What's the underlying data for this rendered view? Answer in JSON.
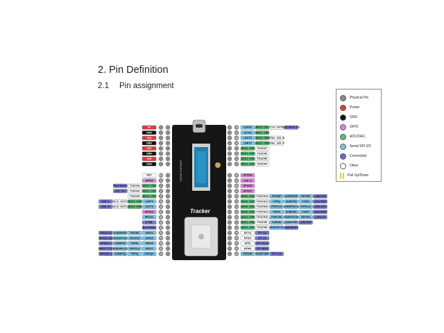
{
  "heading": {
    "section": "2. Pin Definition",
    "sub_num": "2.1",
    "sub_title": "Pin assignment"
  },
  "board": {
    "logo": "Tracker",
    "side_text": "T-BEAM SUPREME"
  },
  "legend": {
    "items": [
      {
        "label": "Physical Pin",
        "color": "#8c8c8c"
      },
      {
        "label": "Power",
        "color": "#e23b3b"
      },
      {
        "label": "GND",
        "color": "#111111"
      },
      {
        "label": "GPIO",
        "color": "#d98ad9"
      },
      {
        "label": "ADC/DAC",
        "color": "#5cc07a"
      },
      {
        "label": "Serial SPI I2C",
        "color": "#7cc6ea"
      },
      {
        "label": "Connected",
        "color": "#6a6ad0"
      },
      {
        "label": "Other",
        "color": "#ffffff"
      },
      {
        "label": "Pull Up/Down",
        "color": "#e8c93c"
      }
    ]
  },
  "colors": {
    "power": "#e23b3b",
    "gnd": "#151515",
    "gpio": "#d98ad9",
    "adc": "#5cc07a",
    "serial": "#7cc6ea",
    "connected": "#7a7ad8",
    "other": "#ffffff",
    "pin": "#8c8c8c",
    "board": "#161616",
    "pcb_edge": "#2a2a2a"
  },
  "left_top_pins": [
    {
      "label": "5V",
      "kind": "power"
    },
    {
      "label": "GND",
      "kind": "gnd"
    },
    {
      "label": "3V3",
      "kind": "power"
    },
    {
      "label": "GND",
      "kind": "gnd"
    },
    {
      "label": "3V3",
      "kind": "power"
    },
    {
      "label": "GND",
      "kind": "gnd"
    },
    {
      "label": "3V3",
      "kind": "power"
    },
    {
      "label": "GND",
      "kind": "gnd"
    }
  ],
  "left_bottom_rows": [
    {
      "pin": "RST",
      "cells": [
        {
          "t": "RST",
          "k": "other"
        }
      ]
    },
    {
      "pin": "0",
      "cells": [
        {
          "t": "GPIO0",
          "k": "gpio"
        }
      ]
    },
    {
      "pin": "1",
      "cells": [
        {
          "t": "Boot Mode",
          "k": "connected"
        },
        {
          "t": "TOUCH1",
          "k": "other"
        },
        {
          "t": "ADC1_CH0",
          "k": "adc"
        }
      ]
    },
    {
      "pin": "2",
      "cells": [
        {
          "t": "ADC Ctrl",
          "k": "connected"
        },
        {
          "t": "TOUCH2",
          "k": "other"
        },
        {
          "t": "ADC1_CH1",
          "k": "adc"
        }
      ]
    },
    {
      "pin": "3",
      "cells": [
        {
          "t": "TOUCH3",
          "k": "other"
        },
        {
          "t": "ADC1_CH2",
          "k": "adc"
        }
      ]
    },
    {
      "pin": "19",
      "cells": [
        {
          "t": "USB_D-",
          "k": "connected"
        },
        {
          "t": "CLK_OUT2",
          "k": "other"
        },
        {
          "t": "ADC2_CH8",
          "k": "adc"
        },
        {
          "t": "U1RTS",
          "k": "serial"
        }
      ]
    },
    {
      "pin": "20",
      "cells": [
        {
          "t": "USB_D+",
          "k": "connected"
        },
        {
          "t": "CLK_OUT1",
          "k": "other"
        },
        {
          "t": "ADC2_CH9",
          "k": "adc"
        },
        {
          "t": "U1CTS",
          "k": "serial"
        }
      ]
    },
    {
      "pin": "21",
      "cells": [
        {
          "t": "GPIO21",
          "k": "gpio"
        }
      ]
    },
    {
      "pin": "26",
      "cells": [
        {
          "t": "SPICS1",
          "k": "serial"
        }
      ]
    },
    {
      "pin": "34",
      "cells": [
        {
          "t": "E-TBL",
          "k": "connected"
        }
      ]
    },
    {
      "pin": "47",
      "cells": [
        {
          "t": "Boot Mode",
          "k": "connected"
        }
      ]
    },
    {
      "pin": "33",
      "cells": [
        {
          "t": "SPIIO4 IO",
          "k": "connected"
        },
        {
          "t": "SUBSPIHD",
          "k": "serial"
        },
        {
          "t": "FSPIHD",
          "k": "serial"
        },
        {
          "t": "SPIIO4",
          "k": "serial"
        }
      ]
    },
    {
      "pin": "34",
      "cells": [
        {
          "t": "SPIIO5 CS0",
          "k": "connected"
        },
        {
          "t": "SUBSPICS0",
          "k": "serial"
        },
        {
          "t": "FSPICS0",
          "k": "serial"
        },
        {
          "t": "SPIIO5",
          "k": "serial"
        }
      ]
    },
    {
      "pin": "35",
      "cells": [
        {
          "t": "SPIIO6 D",
          "k": "connected"
        },
        {
          "t": "SUBSPID",
          "k": "serial"
        },
        {
          "t": "FSPID",
          "k": "serial"
        },
        {
          "t": "SPIIO6",
          "k": "serial"
        }
      ]
    },
    {
      "pin": "36",
      "cells": [
        {
          "t": "SPIIO7 CLK",
          "k": "connected"
        },
        {
          "t": "SUBSPICLK",
          "k": "serial"
        },
        {
          "t": "FSPICLK",
          "k": "serial"
        },
        {
          "t": "SPIIO7",
          "k": "serial"
        }
      ]
    },
    {
      "pin": "37",
      "cells": [
        {
          "t": "SPIDQS Q",
          "k": "connected"
        },
        {
          "t": "SUBSPIQ",
          "k": "serial"
        },
        {
          "t": "FSPIQ",
          "k": "serial"
        },
        {
          "t": "SPIDQS",
          "k": "serial"
        }
      ]
    }
  ],
  "right_top_rows": [
    {
      "pin": "18",
      "cells": [
        {
          "t": "U1RXD",
          "k": "serial"
        },
        {
          "t": "ADC2_CH7",
          "k": "adc"
        },
        {
          "t": "CLK_OUT3",
          "k": "other"
        },
        {
          "t": "LED Write Ctrl",
          "k": "connected"
        }
      ]
    },
    {
      "pin": "17",
      "cells": [
        {
          "t": "U1TXD",
          "k": "serial"
        },
        {
          "t": "ADC2_CH6",
          "k": "adc"
        }
      ]
    },
    {
      "pin": "16",
      "cells": [
        {
          "t": "U0CTS",
          "k": "serial"
        },
        {
          "t": "ADC2_CH5",
          "k": "adc"
        },
        {
          "t": "XTAL_32K_N",
          "k": "other"
        }
      ]
    },
    {
      "pin": "15",
      "cells": [
        {
          "t": "U0RTS",
          "k": "serial"
        },
        {
          "t": "ADC2_CH4",
          "k": "adc"
        },
        {
          "t": "XTAL_32K_P",
          "k": "other"
        }
      ]
    },
    {
      "pin": "7",
      "cells": [
        {
          "t": "ADC1_CH6",
          "k": "adc"
        },
        {
          "t": "TOUCH7",
          "k": "other"
        }
      ]
    },
    {
      "pin": "6",
      "cells": [
        {
          "t": "ADC1_CH5",
          "k": "adc"
        },
        {
          "t": "TOUCH6",
          "k": "other"
        }
      ]
    },
    {
      "pin": "5",
      "cells": [
        {
          "t": "ADC1_CH4",
          "k": "adc"
        },
        {
          "t": "TOUCH5",
          "k": "other"
        }
      ]
    },
    {
      "pin": "4",
      "cells": [
        {
          "t": "ADC1_CH3",
          "k": "adc"
        },
        {
          "t": "TOUCH4",
          "k": "other"
        }
      ]
    }
  ],
  "right_bottom_rows": [
    {
      "pin": "46",
      "cells": [
        {
          "t": "GPIO46",
          "k": "gpio"
        }
      ]
    },
    {
      "pin": "45",
      "cells": [
        {
          "t": "LED_G",
          "k": "gpio"
        }
      ]
    },
    {
      "pin": "48",
      "cells": [
        {
          "t": "GPIO48",
          "k": "gpio"
        }
      ]
    },
    {
      "pin": "47",
      "cells": [
        {
          "t": "GPIO47",
          "k": "gpio"
        }
      ]
    },
    {
      "pin": "14",
      "cells": [
        {
          "t": "ADC2_CH3",
          "k": "adc"
        },
        {
          "t": "TOUCH14",
          "k": "other"
        },
        {
          "t": "FSPIWP",
          "k": "serial"
        },
        {
          "t": "SUBSPIWP",
          "k": "serial"
        },
        {
          "t": "FSPIWP",
          "k": "serial"
        },
        {
          "t": "LoRa DIO1",
          "k": "connected"
        }
      ]
    },
    {
      "pin": "13",
      "cells": [
        {
          "t": "ADC2_CH2",
          "k": "adc"
        },
        {
          "t": "TOUCH13",
          "k": "other"
        },
        {
          "t": "FSPIQ",
          "k": "serial"
        },
        {
          "t": "SUBSPIQ",
          "k": "serial"
        },
        {
          "t": "FSPIQ",
          "k": "serial"
        },
        {
          "t": "LoRa MISO",
          "k": "connected"
        }
      ]
    },
    {
      "pin": "12",
      "cells": [
        {
          "t": "ADC2_CH1",
          "k": "adc"
        },
        {
          "t": "TOUCH12",
          "k": "other"
        },
        {
          "t": "FSPICLK",
          "k": "serial"
        },
        {
          "t": "SUBSPICLK",
          "k": "serial"
        },
        {
          "t": "FSPICLK",
          "k": "serial"
        },
        {
          "t": "LoRa SCK",
          "k": "connected"
        }
      ]
    },
    {
      "pin": "11",
      "cells": [
        {
          "t": "ADC2_CH0",
          "k": "adc"
        },
        {
          "t": "TOUCH11",
          "k": "other"
        },
        {
          "t": "FSPID",
          "k": "serial"
        },
        {
          "t": "SUBSPID",
          "k": "serial"
        },
        {
          "t": "FSPID",
          "k": "serial"
        },
        {
          "t": "LoRa MOSI",
          "k": "connected"
        }
      ]
    },
    {
      "pin": "10",
      "cells": [
        {
          "t": "ADC1_CH9",
          "k": "adc"
        },
        {
          "t": "TOUCH10",
          "k": "other"
        },
        {
          "t": "FSPICS0",
          "k": "serial"
        },
        {
          "t": "SUBSPICS0",
          "k": "serial"
        },
        {
          "t": "FSPIIO4",
          "k": "serial"
        },
        {
          "t": "LoRa CS",
          "k": "connected"
        }
      ]
    },
    {
      "pin": "9",
      "cells": [
        {
          "t": "ADC1_CH8",
          "k": "adc"
        },
        {
          "t": "TOUCH9",
          "k": "other"
        },
        {
          "t": "FSPIHD",
          "k": "serial"
        },
        {
          "t": "SUBSPIHD",
          "k": "serial"
        },
        {
          "t": "LoRa RST",
          "k": "connected"
        }
      ]
    },
    {
      "pin": "8",
      "cells": [
        {
          "t": "ADC1_CH7",
          "k": "adc"
        },
        {
          "t": "TOUCH8",
          "k": "other"
        },
        {
          "t": "SUBSPICS1",
          "k": "serial"
        },
        {
          "t": "LoRa BUSY",
          "k": "connected"
        }
      ]
    },
    {
      "pin": "39",
      "cells": [
        {
          "t": "MTCK",
          "k": "other"
        },
        {
          "t": "TFT CS",
          "k": "connected"
        }
      ]
    },
    {
      "pin": "40",
      "cells": [
        {
          "t": "MTDO",
          "k": "other"
        },
        {
          "t": "TFT DC",
          "k": "connected"
        }
      ]
    },
    {
      "pin": "41",
      "cells": [
        {
          "t": "MTDI",
          "k": "other"
        },
        {
          "t": "TFT SCLK",
          "k": "connected"
        }
      ]
    },
    {
      "pin": "42",
      "cells": [
        {
          "t": "MTMS",
          "k": "other"
        },
        {
          "t": "TFT MOSI",
          "k": "connected"
        }
      ]
    },
    {
      "pin": "38",
      "cells": [
        {
          "t": "FSPIWP",
          "k": "serial"
        },
        {
          "t": "SUBSPIWP",
          "k": "serial"
        },
        {
          "t": "TFT CLK",
          "k": "connected"
        }
      ]
    }
  ]
}
